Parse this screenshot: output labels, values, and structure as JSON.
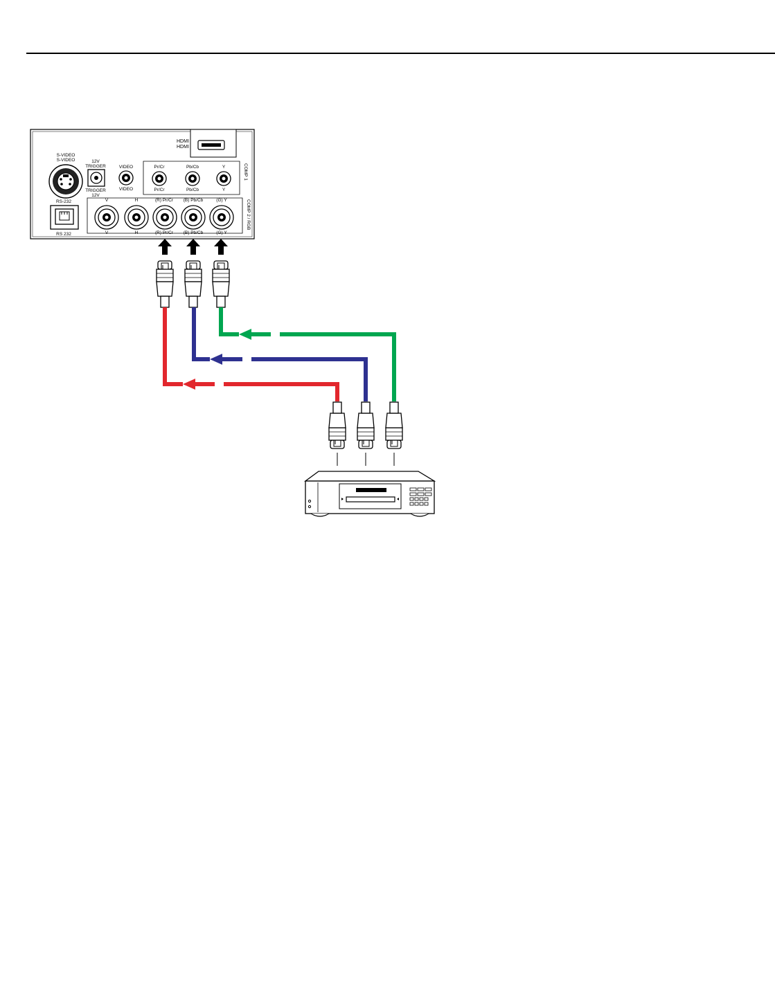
{
  "panel": {
    "hdmi_label": "HDMI",
    "hdmi_label_flipped": "HDMI",
    "svideo_label": "S-VIDEO",
    "svideo_label_flipped": "S-VIDEO",
    "trigger_label_1": "12V",
    "trigger_label_2": "TRIGGER",
    "trigger_label_flipped_1": "TRIGGER",
    "trigger_label_flipped_2": "12V",
    "video_label": "VIDEO",
    "video_label_flipped": "VIDEO",
    "comp1_pr_label": "Pr/Cr",
    "comp1_pb_label": "Pb/Cb",
    "comp1_y_label": "Y",
    "comp1_pr_flipped": "Pr/Cr",
    "comp1_pb_flipped": "Pb/Cb",
    "comp1_y_flipped": "Y",
    "comp1_group_label": "COMP 1",
    "rs232_label": "RS-232",
    "rs232_label_flipped": "RS 232",
    "v_label": "V",
    "h_label": "H",
    "r_label": "(R) Pr/Cr",
    "b_label": "(B) Pb/Cb",
    "g_label": "(G) Y",
    "v_flipped": "V",
    "h_flipped": "H",
    "r_flipped": "(R) Pr/Cr",
    "b_flipped": "(B) Pb/Cb",
    "g_flipped": "(G) Y",
    "comp2_group_label": "COMP 2 / RGB"
  },
  "colors": {
    "red": "#e2272d",
    "blue": "#2e3190",
    "green": "#00a650",
    "black": "#000000"
  },
  "icons": [
    "hdmi-port-icon",
    "svideo-port-icon",
    "rca-jack-icon",
    "bnc-jack-icon",
    "rs232-port-icon",
    "bnc-plug-icon",
    "arrow-up-icon",
    "arrow-left-icon",
    "dvd-player-icon"
  ]
}
